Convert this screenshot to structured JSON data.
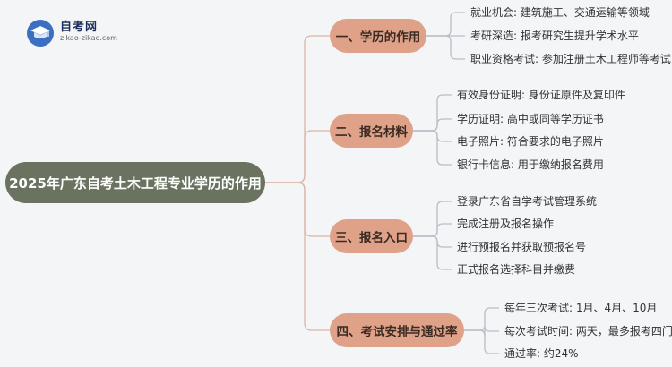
{
  "logo": {
    "name": "自考网",
    "url": "zikao-zikao.com",
    "icon": "graduation-cap-icon"
  },
  "root": {
    "label": "2025年广东自考土木工程专业学历的作用"
  },
  "branches": [
    {
      "label": "一、学历的作用",
      "items": [
        "就业机会: 建筑施工、交通运输等领域",
        "考研深造: 报考研究生提升学术水平",
        "职业资格考试: 参加注册土木工程师等考试"
      ]
    },
    {
      "label": "二、报名材料",
      "items": [
        "有效身份证明: 身份证原件及复印件",
        "学历证明: 高中或同等学历证书",
        "电子照片: 符合要求的电子照片",
        "银行卡信息: 用于缴纳报名费用"
      ]
    },
    {
      "label": "三、报名入口",
      "items": [
        "登录广东省自学考试管理系统",
        "完成注册及报名操作",
        "进行预报名并获取预报名号",
        "正式报名选择科目并缴费"
      ]
    },
    {
      "label": "四、考试安排与通过率",
      "items": [
        "每年三次考试: 1月、4月、10月",
        "每次考试时间: 两天，最多报考四门",
        "通过率: 约24%"
      ]
    }
  ],
  "colors": {
    "root_bg": "#6a7260",
    "branch_bg": "#dfa289",
    "line": "#d9b6a6",
    "leaf_line": "#b9bdc6"
  }
}
